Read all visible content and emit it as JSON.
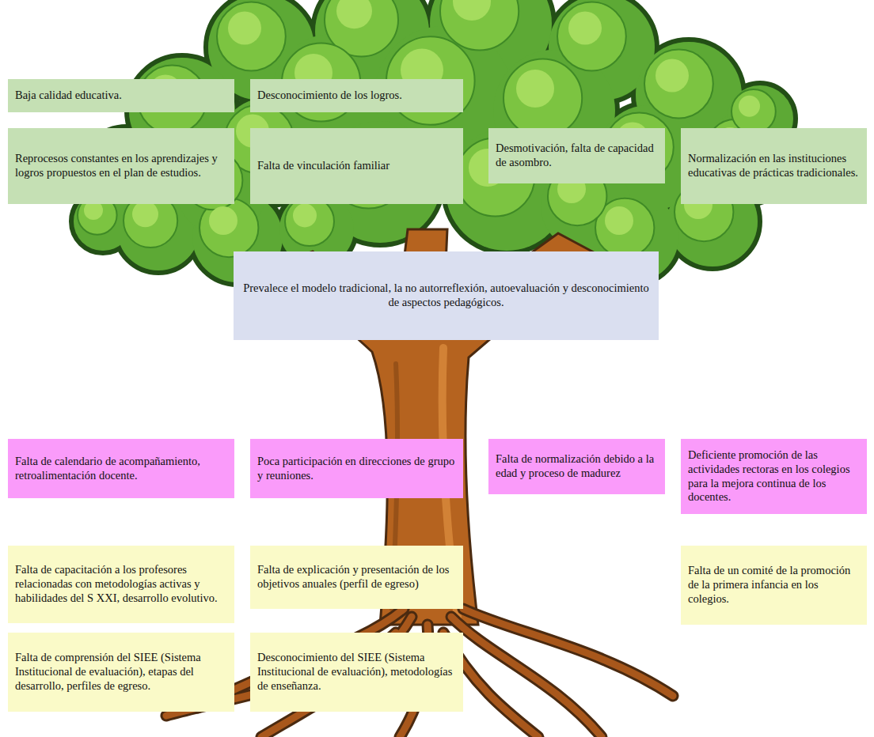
{
  "diagram": {
    "nodes": [
      {
        "text": [
          "Baja calidad educativa."
        ]
      },
      {
        "text": [
          "Desconocimiento de los logros."
        ]
      },
      {
        "text": [
          "Reprocesos constantes en los aprendizajes y logros propuestos en el plan de estudios."
        ]
      },
      {
        "text": [
          "Falta de vinculación familiar"
        ]
      },
      {
        "text": [
          "Desmotivación, falta de capacidad de asombro."
        ]
      },
      {
        "text": [
          "Normalización en las instituciones educativas de prácticas tradicionales."
        ]
      },
      {
        "text": [
          "Prevalece el modelo tradicional, la no autorreflexión, autoevaluación y desconocimiento de aspectos pedagógicos."
        ]
      },
      {
        "text": [
          "Falta de calendario de acompañamiento, retroalimentación docente."
        ]
      },
      {
        "text": [
          "Poca participación en direcciones de grupo y reuniones."
        ]
      },
      {
        "text": [
          "Falta de normalización debido a la edad y proceso de madurez"
        ]
      },
      {
        "text": [
          "Deficiente promoción de las actividades rectoras en los colegios para la mejora continua de los docentes."
        ]
      },
      {
        "text": [
          "Falta de capacitación a los profesores relacionadas con metodologías activas y habilidades del S XXI, desarrollo evolutivo."
        ]
      },
      {
        "text": [
          "Falta de explicación y presentación de los objetivos anuales (perfil de egreso)"
        ]
      },
      {
        "text": [
          "Falta de un comité de la promoción de la primera infancia en los colegios."
        ]
      },
      {
        "text": [
          "Falta de comprensión del SIEE (Sistema Institucional de evaluación), etapas del desarrollo, perfiles de egreso."
        ]
      },
      {
        "text": [
          "Desconocimiento del SIEE (Sistema Institucional de evaluación), metodologías de enseñanza."
        ]
      }
    ]
  }
}
